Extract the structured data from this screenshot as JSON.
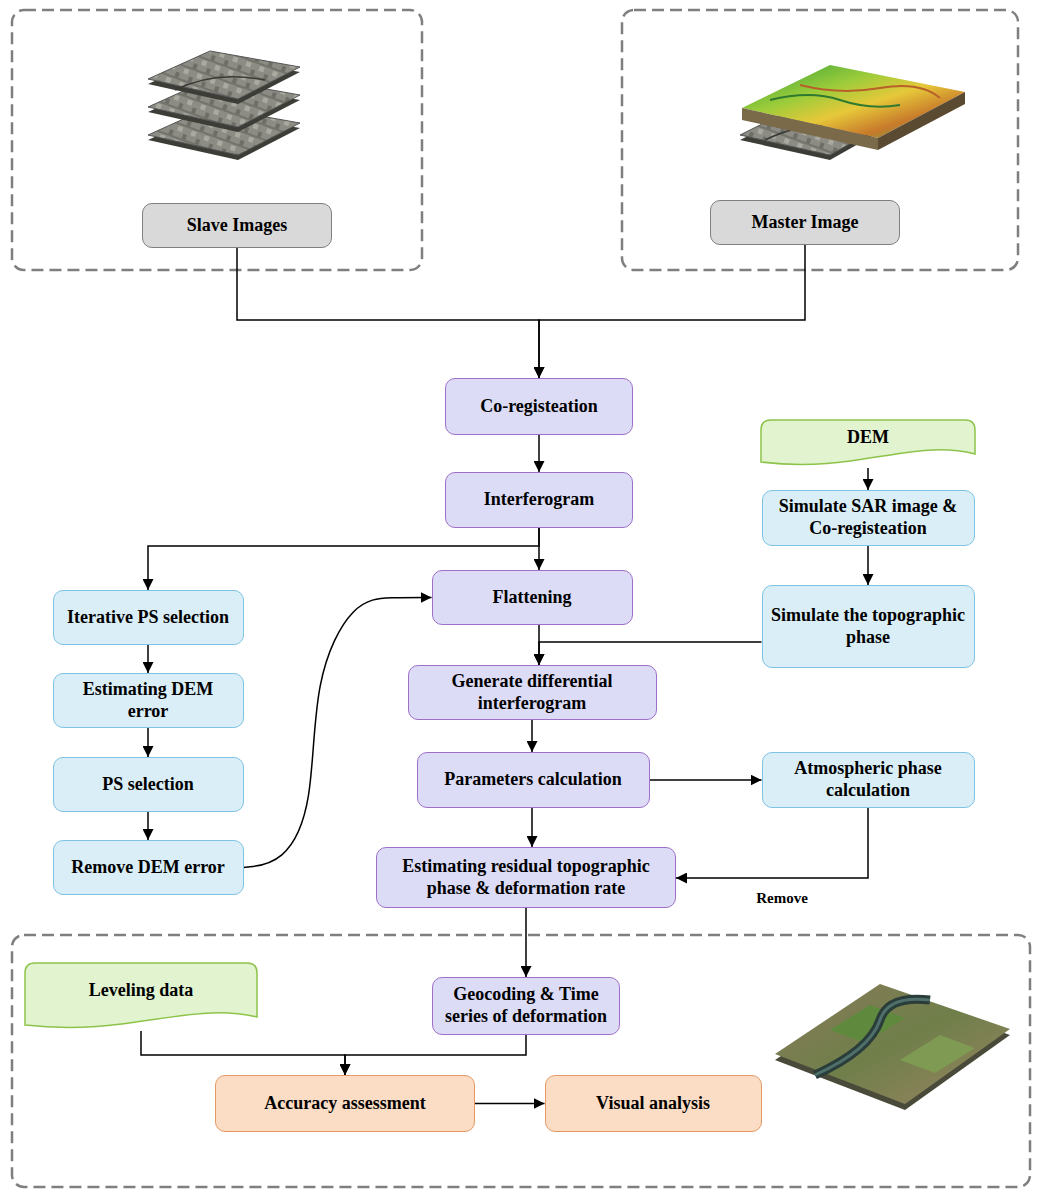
{
  "diagram": {
    "nodes": [
      {
        "text": [
          "Slave Images"
        ]
      },
      {
        "text": [
          "Master Image"
        ]
      },
      {
        "text": [
          "Co-registeation"
        ]
      },
      {
        "text": [
          "DEM"
        ]
      },
      {
        "text": [
          "Interferogram"
        ]
      },
      {
        "text": [
          "Simulate SAR image & Co-registeation"
        ]
      },
      {
        "text": [
          "Iterative PS selection"
        ]
      },
      {
        "text": [
          "Flattening"
        ]
      },
      {
        "text": [
          "Simulate the topographic phase"
        ]
      },
      {
        "text": [
          "Estimating DEM error"
        ]
      },
      {
        "text": [
          "Generate differential interferogram"
        ]
      },
      {
        "text": [
          "PS selection"
        ]
      },
      {
        "text": [
          "Parameters calculation"
        ]
      },
      {
        "text": [
          "Atmospheric phase calculation"
        ]
      },
      {
        "text": [
          "Remove DEM error"
        ]
      },
      {
        "text": [
          "Estimating residual topographic phase & deformation rate"
        ]
      },
      {
        "text": [
          "Leveling data"
        ]
      },
      {
        "text": [
          "Geocoding & Time series of deformation"
        ]
      },
      {
        "text": [
          "Accuracy assessment"
        ]
      },
      {
        "text": [
          "Visual analysis"
        ]
      }
    ],
    "edges": [
      {
        "from": 0,
        "to": 2,
        "arrow": "to"
      },
      {
        "from": 1,
        "to": 2,
        "arrow": "to"
      },
      {
        "from": 2,
        "to": 4,
        "arrow": "to"
      },
      {
        "from": 4,
        "to": 7,
        "arrow": "to"
      },
      {
        "from": 4,
        "to": 6,
        "arrow": "to"
      },
      {
        "from": 3,
        "to": 5,
        "arrow": "to"
      },
      {
        "from": 5,
        "to": 8,
        "arrow": "to"
      },
      {
        "from": 8,
        "to": 10,
        "arrow": "to"
      },
      {
        "from": 7,
        "to": 10,
        "arrow": "to"
      },
      {
        "from": 6,
        "to": 9,
        "arrow": "to"
      },
      {
        "from": 9,
        "to": 11,
        "arrow": "to"
      },
      {
        "from": 11,
        "to": 14,
        "arrow": "to"
      },
      {
        "from": 14,
        "to": 7,
        "arrow": "to"
      },
      {
        "from": 10,
        "to": 12,
        "arrow": "to"
      },
      {
        "from": 12,
        "to": 13,
        "arrow": "to"
      },
      {
        "from": 12,
        "to": 15,
        "arrow": "to"
      },
      {
        "from": 13,
        "to": 15,
        "label": "Remove",
        "arrow": "to"
      },
      {
        "from": 15,
        "to": 17,
        "arrow": "to"
      },
      {
        "from": 16,
        "to": 18,
        "arrow": "to"
      },
      {
        "from": 17,
        "to": 18,
        "arrow": "to"
      },
      {
        "from": 18,
        "to": 19,
        "arrow": "to"
      }
    ]
  }
}
